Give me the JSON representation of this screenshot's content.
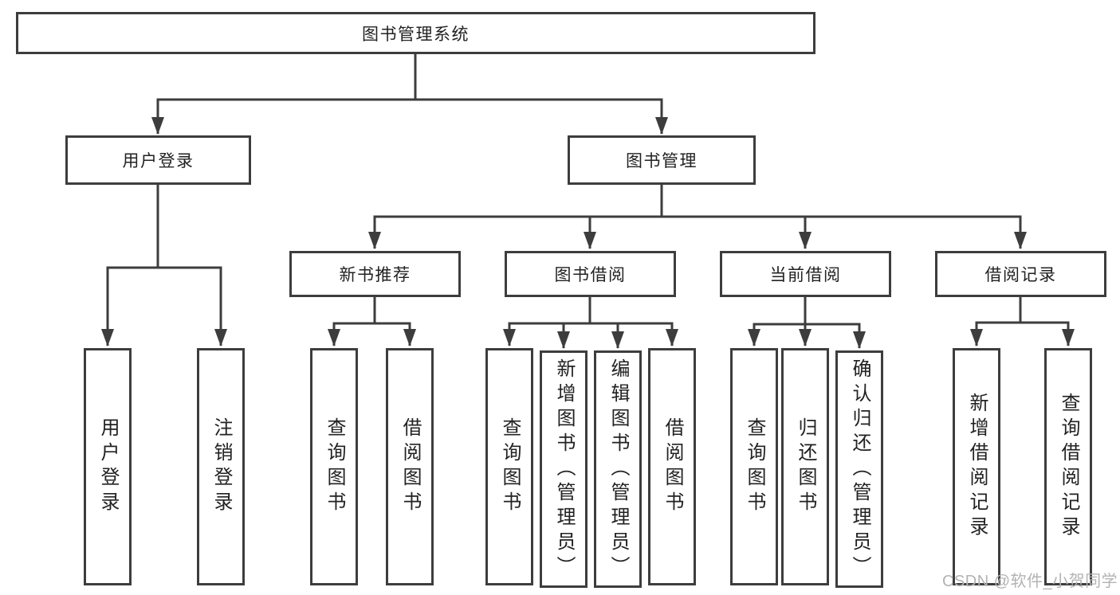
{
  "diagram": {
    "root": {
      "label": "图书管理系统"
    },
    "branches": [
      {
        "label": "用户登录",
        "children": [
          {
            "label": "用户登录"
          },
          {
            "label": "注销登录"
          }
        ]
      },
      {
        "label": "图书管理",
        "sections": [
          {
            "label": "新书推荐",
            "children": [
              {
                "label": "查询图书"
              },
              {
                "label": "借阅图书"
              }
            ]
          },
          {
            "label": "图书借阅",
            "children": [
              {
                "label": "查询图书"
              },
              {
                "label": "新增图书（管理员）"
              },
              {
                "label": "编辑图书（管理员）"
              },
              {
                "label": "借阅图书"
              }
            ]
          },
          {
            "label": "当前借阅",
            "children": [
              {
                "label": "查询图书"
              },
              {
                "label": "归还图书"
              },
              {
                "label": "确认归还（管理员）"
              }
            ]
          },
          {
            "label": "借阅记录",
            "children": [
              {
                "label": "新增借阅记录"
              },
              {
                "label": "查询借阅记录"
              }
            ]
          }
        ]
      }
    ]
  },
  "watermark": {
    "text": "CSDN @软件_小贺同学"
  },
  "colors": {
    "line": "#3d3d3d",
    "text": "#222222",
    "background": "#ffffff",
    "watermark": "#b3b3b3"
  }
}
